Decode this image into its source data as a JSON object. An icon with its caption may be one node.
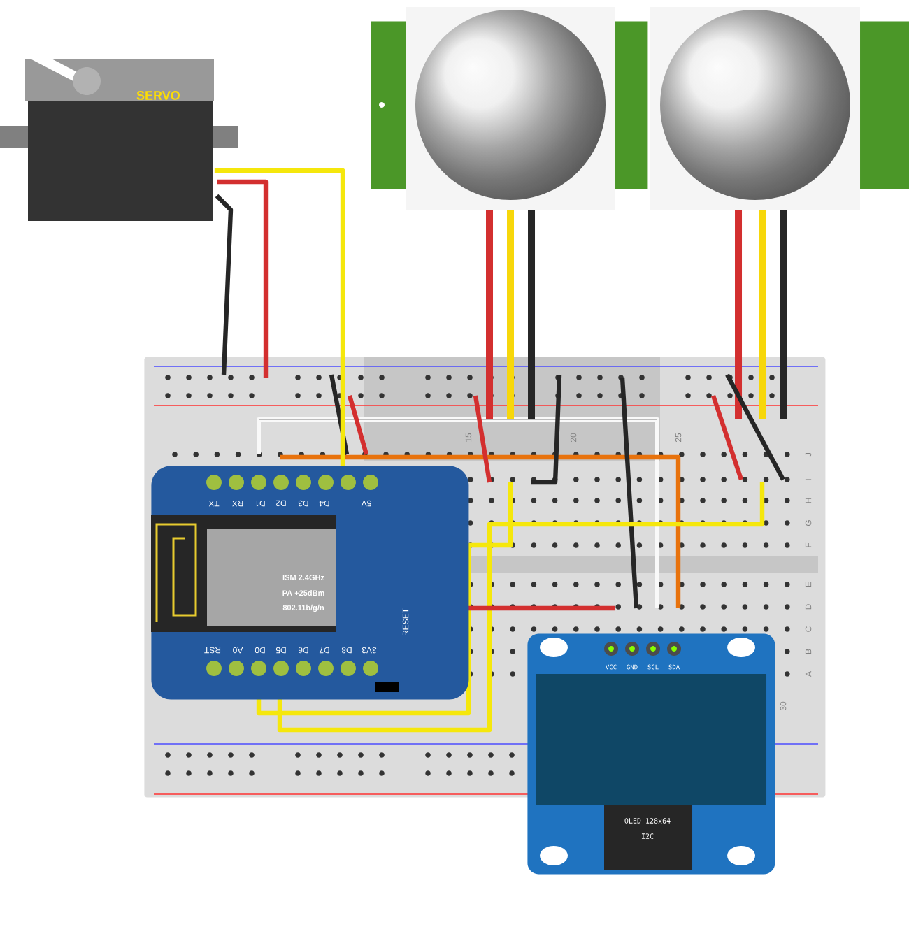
{
  "diagram": {
    "nodes": [
      {
        "text": [
          "15",
          "20",
          "25",
          "30",
          "J",
          "I",
          "H",
          "G",
          "F",
          "E",
          "D",
          "C",
          "B",
          "A"
        ]
      },
      {
        "text": [
          "SERVO"
        ]
      },
      {
        "text": [],
        "shape": "picture"
      },
      {
        "text": [],
        "shape": "picture"
      },
      {
        "text": [
          "TX",
          "RX",
          "D1",
          "D2",
          "D3",
          "D4",
          "5V",
          "RST",
          "A0",
          "D0",
          "D5",
          "D6",
          "D7",
          "D8",
          "3V3",
          "ISM 2.4GHz",
          "PA +25dBm",
          "802.11b/g/n",
          "RESET"
        ],
        "in": 0
      },
      {
        "text": [
          "VCC",
          "GND",
          "SCL",
          "SDA",
          "OLED 128x64",
          "I2C"
        ]
      }
    ],
    "edges": [
      {
        "from": 1,
        "to": 4,
        "arrow": "none",
        "color": "#f5e70c"
      }
    ]
  }
}
